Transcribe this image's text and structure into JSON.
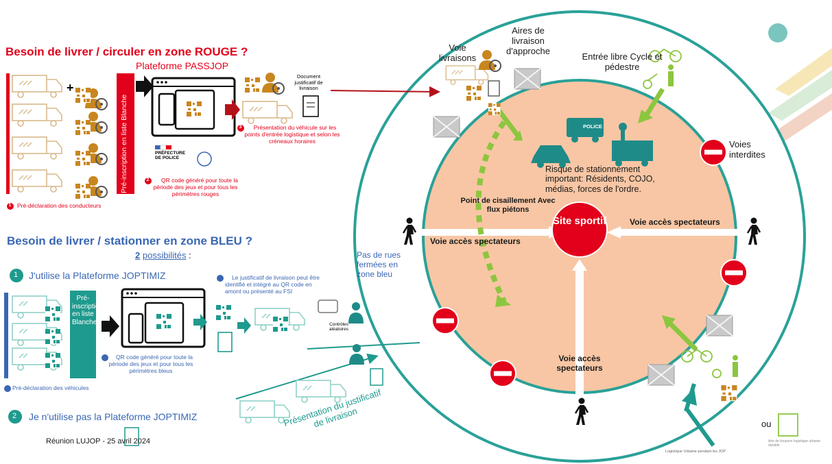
{
  "red_zone": {
    "title": "Besoin de livrer / circuler en zone ROUGE ?",
    "platform_label": "Plateforme PASSJOP",
    "preinscription_label": "Pré-inscription en liste Blanche",
    "step1": "Pré-déclaration des conducteurs",
    "step2": "QR code généré pour toute la période des jeux et pour tous les périmètres rouges",
    "step3": "Présentation du véhicule sur les points d'entrée logistique et selon les créneaux horaires",
    "document_label": "Document justificatif de livraison",
    "prefecture_line1": "PRÉFECTURE",
    "prefecture_line2": "DE POLICE",
    "step_numbers": [
      "1",
      "2",
      "3"
    ]
  },
  "blue_zone": {
    "title": "Besoin de livrer / stationner en zone BLEU ?",
    "possibilities_count": "2",
    "possibilities_label": "possibilités",
    "possibilities_colon": ":",
    "option1_num": "1",
    "option1": "J'utilise la Plateforme JOPTIMIZ",
    "option2_num": "2",
    "option2": "Je n'utilise pas la Plateforme JOPTIMIZ",
    "preinscription_label": "Pré-inscription en liste Blanche",
    "step1": "Pré-déclaration des véhicules",
    "step2": "QR code généré pour toute la période des jeux et pour tous les périmètres bleus",
    "step3": "Le justificatif de livraison peut être identifié et intégré au QR code en amont ou présenté au FSI",
    "controls": "Contrôles aléatoires",
    "presentation": "Présentation du justificatif de livraison"
  },
  "diagram": {
    "voie_livraisons": "Voie livraisons",
    "aires_livraison": "Aires de livraison d'approche",
    "entree_libre": "Entrée libre Cycle et pédestre",
    "voies_interdites": "Voies interdites",
    "police": "POLICE",
    "risque": "Risque de stationnement important: Résidents, COJO, médias, forces de l'ordre.",
    "point_cisaillement": "Point de cisaillement Avec flux piétons",
    "site_sportif": "Site sportif",
    "voie_acces_left": "Voie accès spectateurs",
    "voie_acces_right": "Voie accès spectateurs",
    "voie_acces_bottom": "Voie accès spectateurs",
    "pas_de_rues": "Pas de rues fermées en zone bleu",
    "ou": "ou"
  },
  "footer": {
    "meeting": "Réunion LUJOP -  25 avril 2024",
    "logo_left_caption": "Logistique Urbaine pendant les JOP",
    "logo_right_caption": "Aire de livraison logistique urbaine durable"
  },
  "colors": {
    "red": "#e2001a",
    "blue": "#3a67b3",
    "teal": "#1f9a8e",
    "salmon": "#f8c6a4",
    "green": "#8cc63f",
    "gold": "#c8861e"
  }
}
